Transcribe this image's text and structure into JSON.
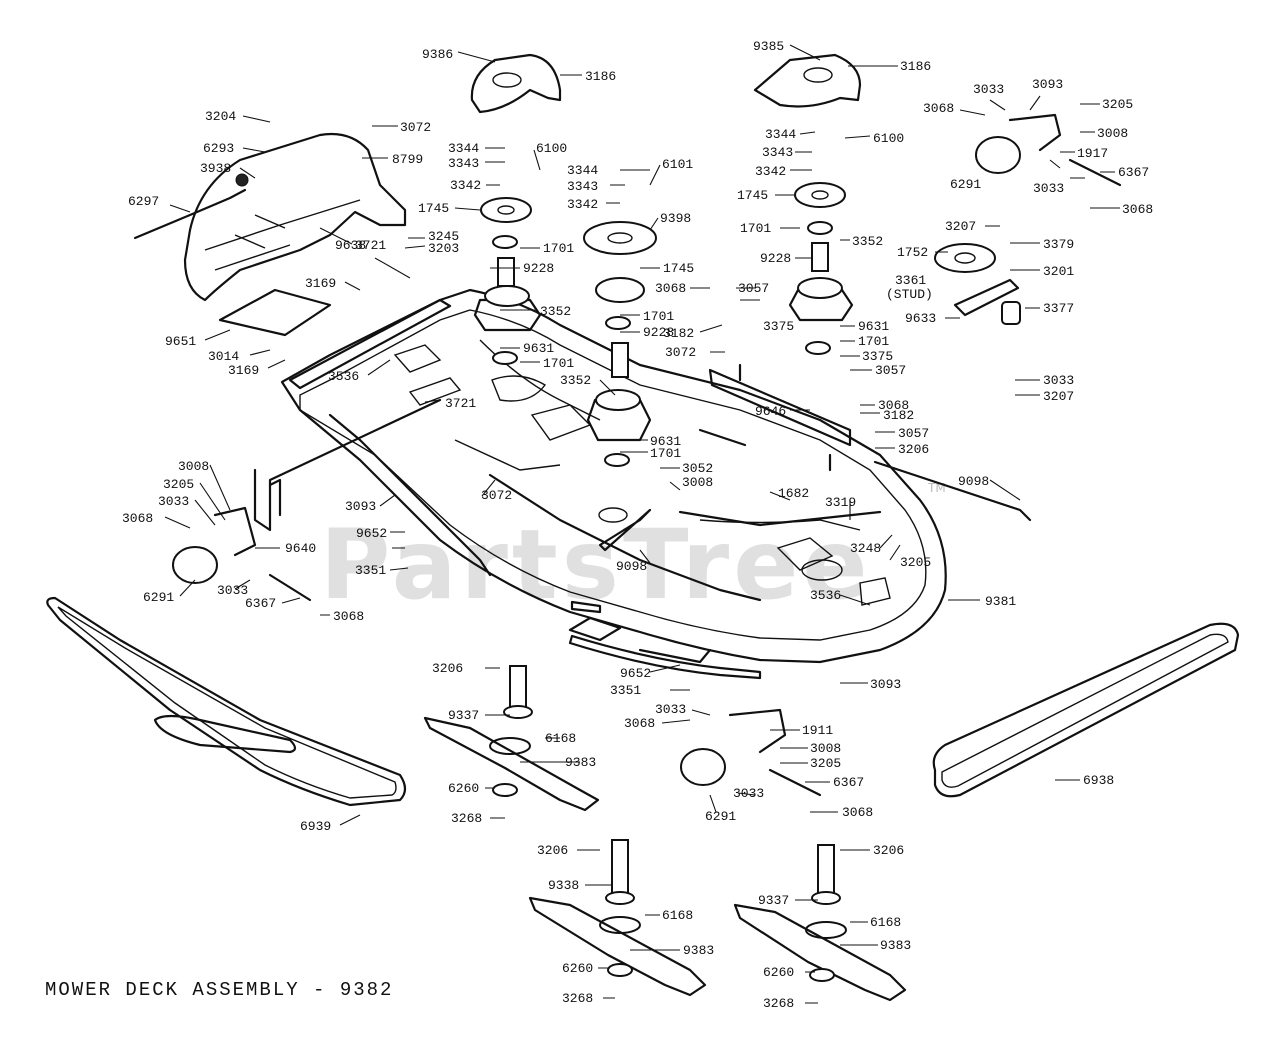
{
  "caption": "MOWER DECK ASSEMBLY - 9382",
  "watermark": "PartsTree",
  "watermark_tm": "TM",
  "callouts": {
    "c9386": "9386",
    "c3186a": "3186",
    "c9385": "9385",
    "c3186b": "3186",
    "c3204": "3204",
    "c3072a": "3072",
    "c6293": "6293",
    "c8799": "8799",
    "c3938": "3938",
    "c6297": "6297",
    "c3721a": "3721",
    "c3245": "3245",
    "c3203": "3203",
    "c9638": "9638",
    "c3169a": "3169",
    "c9651": "9651",
    "c3014": "3014",
    "c3169b": "3169",
    "c3536a": "3536",
    "c3721b": "3721",
    "c3344a": "3344",
    "c3343a": "3343",
    "c3342a": "3342",
    "c6100a": "6100",
    "c1745a": "1745",
    "c1701a": "1701",
    "c9228a": "9228",
    "c3352a": "3352",
    "c9631a": "9631",
    "c1701b": "1701",
    "c3344b": "3344",
    "c6101": "6101",
    "c3343b": "3343",
    "c3342b": "3342",
    "c9398": "9398",
    "c1745b": "1745",
    "c3068a": "3068",
    "c1701c": "1701",
    "c9228b": "9228",
    "c3352b": "3352",
    "c9631b": "9631",
    "c1701d": "1701",
    "c3057a": "3057",
    "c3375a": "3375",
    "c3182a": "3182",
    "c3072b": "3072",
    "c3344c": "3344",
    "c6100b": "6100",
    "c3343c": "3343",
    "c3342c": "3342",
    "c1745c": "1745",
    "c1701e": "1701",
    "c9228c": "9228",
    "c3352c": "3352",
    "c9631c": "9631",
    "c1701f": "1701",
    "c3375b": "3375",
    "c3057b": "3057",
    "c3068b": "3068",
    "c3182b": "3182",
    "c9646": "9646",
    "c3068c": "3068",
    "c3033a": "3033",
    "c3093a": "3093",
    "c3205a": "3205",
    "c3008a": "3008",
    "c1917": "1917",
    "c6291a": "6291",
    "c3033b": "3033",
    "c6367a": "6367",
    "c3068d": "3068",
    "c3207a": "3207",
    "c3379": "3379",
    "c1752": "1752",
    "c3201": "3201",
    "c3361": "3361",
    "c3361b": "(STUD)",
    "c9633": "9633",
    "c3377": "3377",
    "c3033c": "3033",
    "c3207b": "3207",
    "c3057c": "3057",
    "c3206a": "3206",
    "c9098a": "9098",
    "c3008b": "3008",
    "c3205b": "3205",
    "c3033d": "3033",
    "c3068e": "3068",
    "c9640": "9640",
    "c6291b": "6291",
    "c3033e": "3033",
    "c6367b": "6367",
    "c3068f": "3068",
    "c3093b": "3093",
    "c9652a": "9652",
    "c3351a": "3351",
    "c3072c": "3072",
    "c3052": "3052",
    "c3008c": "3008",
    "c1682": "1682",
    "c3319": "3319",
    "c3248": "3248",
    "c3205c": "3205",
    "c9098b": "9098",
    "c3536b": "3536",
    "c9381": "9381",
    "c3206b": "3206",
    "c9652b": "9652",
    "c3351b": "3351",
    "c3093c": "3093",
    "c9337a": "9337",
    "c6168a": "6168",
    "c9383a": "9383",
    "c6260a": "6260",
    "c3268a": "3268",
    "c3068g": "3068",
    "c3033f": "3033",
    "c1911": "1911",
    "c3008d": "3008",
    "c3205d": "3205",
    "c6367c": "6367",
    "c6291c": "6291",
    "c3033g": "3033",
    "c3068h": "3068",
    "c6939": "6939",
    "c6938": "6938",
    "c3206c": "3206",
    "c9338": "9338",
    "c6168b": "6168",
    "c9383b": "9383",
    "c6260b": "6260",
    "c3268b": "3268",
    "c3206d": "3206",
    "c9337b": "9337",
    "c6168c": "6168",
    "c9383c": "9383",
    "c6260c": "6260",
    "c3268c": "3268"
  }
}
